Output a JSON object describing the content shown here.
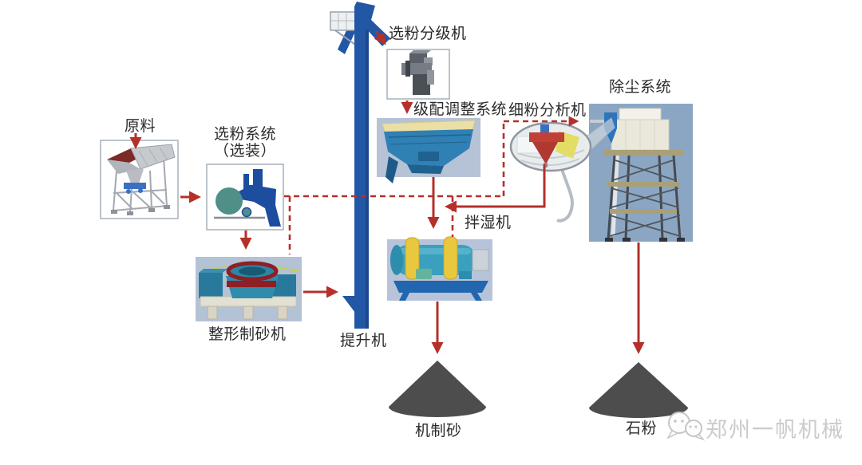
{
  "labels": {
    "raw_material": "原料",
    "powder_system": "选粉系统",
    "powder_system_optional": "（选装）",
    "powder_classifier": "选粉分级机",
    "gradation_adjust_system": "级配调整系统",
    "fine_powder_analyzer": "细粉分析机",
    "dust_removal_system": "除尘系统",
    "wet_mixer": "拌湿机",
    "shaping_sand_maker": "整形制砂机",
    "bucket_elevator": "提升机",
    "machine_made_sand": "机制砂",
    "stone_powder": "石粉"
  },
  "watermark": {
    "icon": "wechat-icon",
    "text": "郑州一帆机械"
  },
  "colors": {
    "flow_arrow_red": "#b5302a",
    "elevator_blue": "#2257a6",
    "machine_box_bg": "#b6c2d6",
    "dust_box_bg": "#8ba6c3",
    "white_box_border": "#a6b0ba",
    "pile_gray": "#4d4d4d",
    "label_text": "#2b2b2b",
    "watermark_gray": "#cbcbcb"
  },
  "flows": [
    {
      "from": "原料",
      "to": "选粉系统（选装）",
      "style": "solid"
    },
    {
      "from": "选粉系统（选装）",
      "to": "整形制砂机",
      "style": "solid"
    },
    {
      "from": "整形制砂机",
      "to": "提升机",
      "style": "solid"
    },
    {
      "from": "提升机",
      "to": "选粉分级机",
      "style": "solid"
    },
    {
      "from": "选粉分级机",
      "to": "级配调整系统",
      "style": "solid"
    },
    {
      "from": "级配调整系统",
      "to": "拌湿机",
      "style": "solid"
    },
    {
      "from": "细粉分析机",
      "to": "拌湿机",
      "style": "solid"
    },
    {
      "from": "拌湿机",
      "to": "机制砂",
      "style": "solid"
    },
    {
      "from": "选粉系统（选装）",
      "to": "整形制砂机",
      "style": "dashed"
    },
    {
      "from": "选粉系统（选装）",
      "to": "拌湿机",
      "style": "dashed"
    },
    {
      "from": "选粉系统（选装）",
      "to": "除尘系统",
      "style": "dashed"
    },
    {
      "from": "除尘系统",
      "to": "石粉",
      "style": "solid"
    }
  ]
}
